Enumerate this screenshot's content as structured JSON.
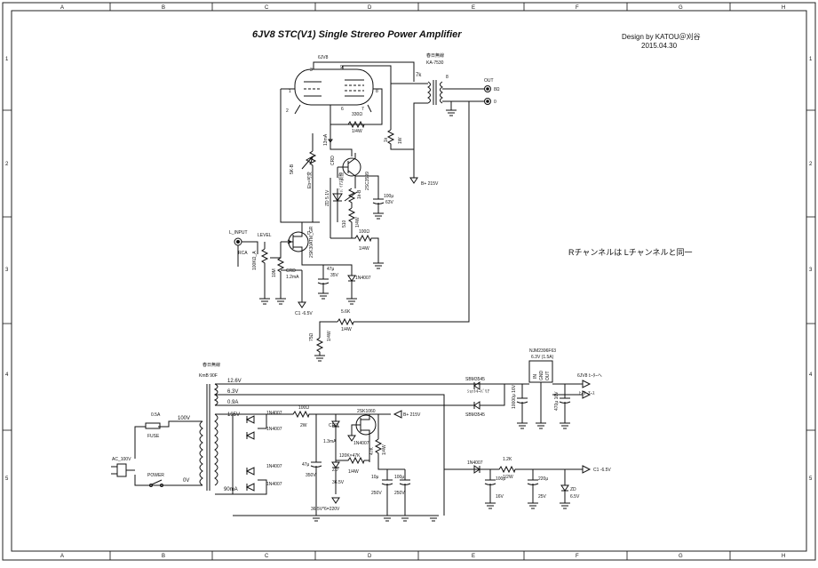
{
  "header": {
    "title": "6JV8  STC(V1) Single  Strereo Power Amplifier",
    "designer": "Design  by  KATOU＠刈谷",
    "date": "2015.04.30"
  },
  "note": "Rチャンネルは Lチャンネルと同一",
  "border": {
    "columns": [
      "A",
      "B",
      "C",
      "D",
      "E",
      "F",
      "G",
      "H"
    ],
    "rows": [
      "1",
      "2",
      "3",
      "4",
      "5"
    ]
  },
  "amp": {
    "tube_label": "6JV8",
    "pins": {
      "p3": "3",
      "p9": "9",
      "p1": "1",
      "p8": "8",
      "p2": "2",
      "p6": "6",
      "p7": "7"
    },
    "output_tx": {
      "maker": "春日無線",
      "model": "KA-7530",
      "pri": "7k",
      "sec": "8"
    },
    "output": {
      "label": "OUT",
      "hot": "8Ω",
      "cold": "0"
    },
    "b_plus": "B+ 215V",
    "r_plate_feed": {
      "value": "1k",
      "watt": "1W"
    },
    "r_fb": {
      "value": "330Ω",
      "watt": "1/4W"
    },
    "ccs_current": "13mA",
    "vr_label": "5K-B",
    "vr_note": "Eb=可変",
    "q1": "2SC3599",
    "crd1": "CRD",
    "zd_1": "ZD 5.1V",
    "vr2_label": "1k-B",
    "vr2_note": "ﾊﾞｲｱｽ調整",
    "r510": {
      "value": "510",
      "watt": "1/4W"
    },
    "c100u": {
      "value": "100μ",
      "volt": "63V"
    },
    "r100": {
      "value": "100Ω",
      "watt": "1/4W"
    },
    "fet": "2SK30ATM_GR",
    "fet_pin_d": "D",
    "input": {
      "label": "L_INPUT",
      "connector": "RCA"
    },
    "level": {
      "label": "LEVEL",
      "value": "100KΩ_A"
    },
    "r_gate": "10M",
    "crd2": {
      "label": "CRD",
      "current": "1.2mA"
    },
    "c47": {
      "value": "47μ",
      "volt": "35V"
    },
    "d1n4007": "1N4007",
    "c1": "C1 -6.5V",
    "r56k": {
      "value": "5.6K",
      "watt": "1/4W"
    },
    "r_nfb": {
      "value": "75Ω",
      "watt": "1/4W"
    }
  },
  "psu": {
    "tx": {
      "maker": "春日無線",
      "model": "KmB 90F"
    },
    "taps": {
      "t1": "12.6V",
      "t2": "6.3V",
      "t3": "0.9A",
      "hv": "195V",
      "pri": "100V",
      "zero": "0V",
      "hv_current": "90mA"
    },
    "ac": "AC_100V",
    "fuse": {
      "label": "FUSE",
      "rating": "0.5A"
    },
    "power": "POWER",
    "d1": "1N4007",
    "d2": "1N4007",
    "d3": "1N4007",
    "d4": "1N4007",
    "r100": {
      "value": "100Ω",
      "watt": "2W"
    },
    "crd": {
      "label": "CRD",
      "current": "1.3mA"
    },
    "mosfet": "2SK1060",
    "b_plus": "B+  215V",
    "c47": {
      "value": "47μ",
      "volt": "350V"
    },
    "zd": {
      "label": "ZD",
      "volt": "36.5V"
    },
    "r120k": {
      "value": "120K×47K",
      "watt": "1/4W"
    },
    "r_ak": {
      "value": "47K",
      "watt": "1/4W"
    },
    "d5": "1N4007",
    "c10u": {
      "value": "10μ",
      "volt": "250V"
    },
    "c100u_hv": {
      "value": "100μ",
      "volt": "250V"
    },
    "zd_chain": "36.5V*6=220V",
    "sbd1": "SBM3545",
    "sbd1_note": "ｼｮｯﾄｷｰﾊﾞﾘｱ",
    "sbd2": "SBM3545",
    "c10000": "10000μ 16V",
    "reg": {
      "model": "NJM2396F63",
      "out": "6.3V (1.5A)",
      "pins": [
        "IN",
        "GND",
        "OUT"
      ]
    },
    "heater_out": "6JV8 ﾋｰﾀｰへ",
    "heater_note": "ﾋｰﾀｰｱｰｽ",
    "c_reg": "470μ 16V",
    "d6": "1N4007",
    "r12k": {
      "value": "1.2K",
      "watt": "1/2W"
    },
    "c1_out": "C1 -6.5V",
    "c100u_neg": {
      "value": "100μ",
      "volt": "16V"
    },
    "c220u": {
      "value": "220μ",
      "volt": "25V"
    },
    "zd_neg": {
      "label": "ZD",
      "volt": "6.5V"
    }
  }
}
